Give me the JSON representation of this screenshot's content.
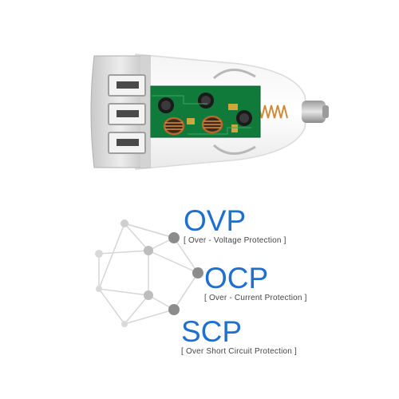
{
  "features": [
    {
      "code": "OVP",
      "description": "[ Over - Voltage Protection ]"
    },
    {
      "code": "OCP",
      "description": "[ Over - Current Protection ]"
    },
    {
      "code": "SCP",
      "description": "[ Over Short Circuit Protection ]"
    }
  ],
  "colors": {
    "accent": "#1e6fd0",
    "description_text": "#444444",
    "node_dark": "#8c8c8c",
    "node_light": "#cfcfcf",
    "line": "#d6d6d6",
    "pcb_green": "#0f7a3a",
    "shell_silver": "#d9d9d9"
  }
}
